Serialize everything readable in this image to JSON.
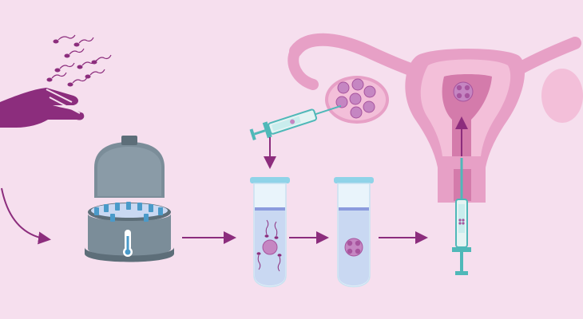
{
  "diagram": {
    "steps": [
      "sperm-collection",
      "sperm-cryopreservation",
      "oocyte-retrieval",
      "in-vitro-fertilization",
      "embryo-culture",
      "embryo-transfer"
    ]
  },
  "colors": {
    "background": "#f6dfee",
    "purple": "#8c2d7d",
    "light_pink": "#f3bfd9",
    "pink": "#e7a0c6",
    "deep_pink": "#d47bab",
    "teal": "#4fb8b8",
    "gray": "#7b8d99",
    "dark_gray": "#5d6e79",
    "light_blue": "#c9d8f2",
    "embryo": "#c586c2"
  },
  "icons": [
    "hand-icon",
    "sperm-icon",
    "centrifuge-icon",
    "thermometer-icon",
    "syringe-icon",
    "test-tube-icon",
    "egg-cell-icon",
    "embryo-icon",
    "uterus-icon",
    "ovary-icon",
    "arrow-icon"
  ]
}
